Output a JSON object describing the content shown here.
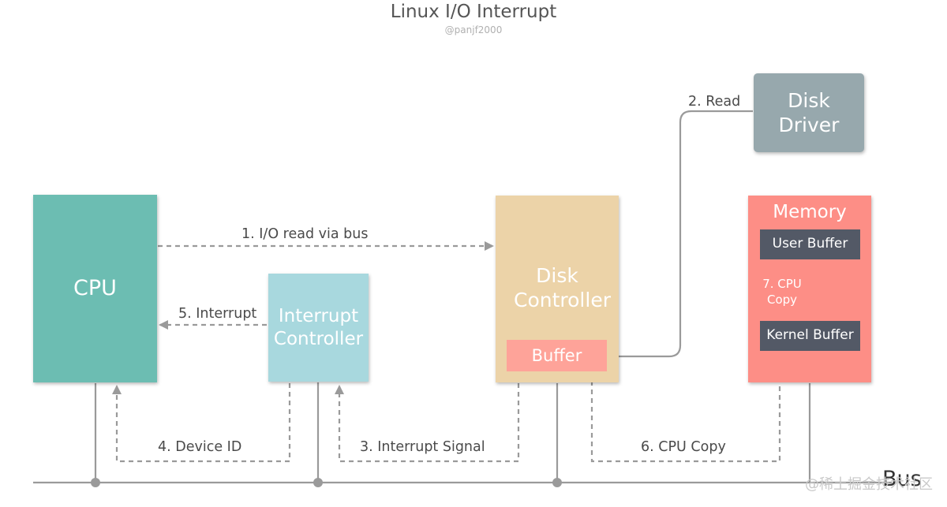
{
  "header": {
    "title": "Linux I/O Interrupt",
    "author": "@panjf2000"
  },
  "nodes": {
    "cpu": "CPU",
    "interrupt_controller": "Interrupt Controller",
    "disk_controller": "Disk Controller",
    "disk_buffer": "Buffer",
    "disk_driver": "Disk Driver",
    "memory": "Memory",
    "user_buffer": "User Buffer",
    "kernel_buffer": "Kernel Buffer",
    "bus": "Bus"
  },
  "steps": {
    "s1": "1. I/O read via bus",
    "s2": "2. Read",
    "s3": "3. Interrupt Signal",
    "s4": "4. Device ID",
    "s5": "5. Interrupt",
    "s6": "6. CPU Copy",
    "s7": "7. CPU Copy"
  },
  "watermark": "@稀土掘金技术社区",
  "colors": {
    "cpu": "#6cbdb2",
    "interrupt_controller": "#a8d8de",
    "disk_controller": "#ecd3a8",
    "memory": "#fd8e86",
    "disk_driver": "#97a8ad",
    "buffer": "#fea399",
    "inner_buffer": "#535966",
    "line": "#9a9a9a"
  }
}
